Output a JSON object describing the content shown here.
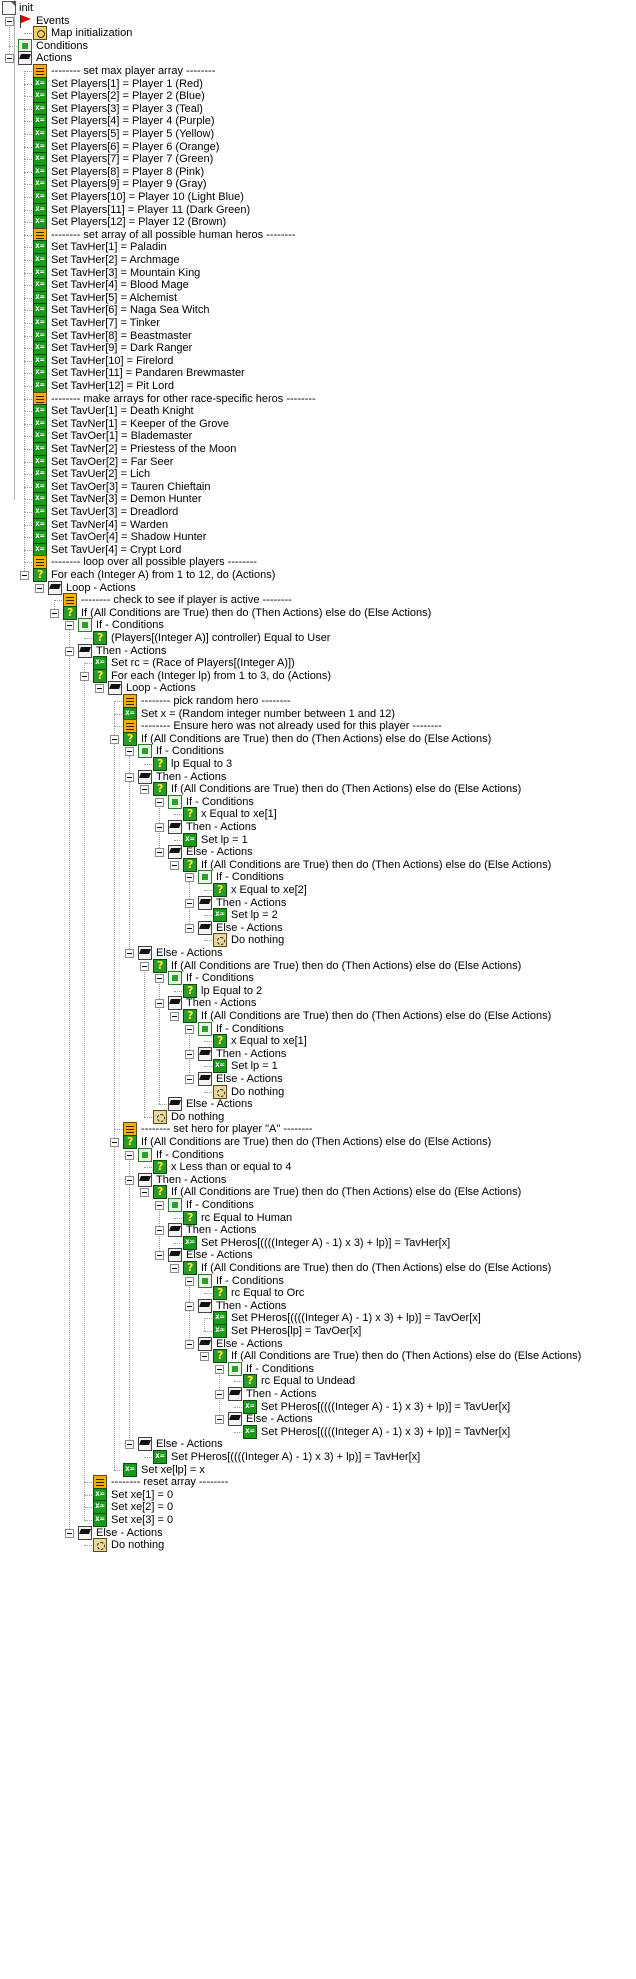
{
  "tree": {
    "root_label": "init",
    "nodes": [
      {
        "label": "Events",
        "depth": 1,
        "icon": "event-icon",
        "expandable": true
      },
      {
        "label": "Map initialization",
        "depth": 2,
        "icon": "map-initialization-icon",
        "expandable": false
      },
      {
        "label": "Conditions",
        "depth": 1,
        "icon": "conditions-icon",
        "expandable": false
      },
      {
        "label": "Actions",
        "depth": 1,
        "icon": "actions-icon",
        "expandable": true
      },
      {
        "label": "-------- set max player array --------",
        "depth": 2,
        "icon": "comment-icon",
        "expandable": false
      },
      {
        "label": "Set Players[1] = Player 1 (Red)",
        "depth": 2,
        "icon": "set-variable-icon",
        "expandable": false
      },
      {
        "label": "Set Players[2] = Player 2 (Blue)",
        "depth": 2,
        "icon": "set-variable-icon",
        "expandable": false
      },
      {
        "label": "Set Players[3] = Player 3 (Teal)",
        "depth": 2,
        "icon": "set-variable-icon",
        "expandable": false
      },
      {
        "label": "Set Players[4] = Player 4 (Purple)",
        "depth": 2,
        "icon": "set-variable-icon",
        "expandable": false
      },
      {
        "label": "Set Players[5] = Player 5 (Yellow)",
        "depth": 2,
        "icon": "set-variable-icon",
        "expandable": false
      },
      {
        "label": "Set Players[6] = Player 6 (Orange)",
        "depth": 2,
        "icon": "set-variable-icon",
        "expandable": false
      },
      {
        "label": "Set Players[7] = Player 7 (Green)",
        "depth": 2,
        "icon": "set-variable-icon",
        "expandable": false
      },
      {
        "label": "Set Players[8] = Player 8 (Pink)",
        "depth": 2,
        "icon": "set-variable-icon",
        "expandable": false
      },
      {
        "label": "Set Players[9] = Player 9 (Gray)",
        "depth": 2,
        "icon": "set-variable-icon",
        "expandable": false
      },
      {
        "label": "Set Players[10] = Player 10 (Light Blue)",
        "depth": 2,
        "icon": "set-variable-icon",
        "expandable": false
      },
      {
        "label": "Set Players[11] = Player 11 (Dark Green)",
        "depth": 2,
        "icon": "set-variable-icon",
        "expandable": false
      },
      {
        "label": "Set Players[12] = Player 12 (Brown)",
        "depth": 2,
        "icon": "set-variable-icon",
        "expandable": false
      },
      {
        "label": "-------- set array of all possible human heros --------",
        "depth": 2,
        "icon": "comment-icon",
        "expandable": false
      },
      {
        "label": "Set TavHer[1] = Paladin",
        "depth": 2,
        "icon": "set-variable-icon",
        "expandable": false
      },
      {
        "label": "Set TavHer[2] = Archmage",
        "depth": 2,
        "icon": "set-variable-icon",
        "expandable": false
      },
      {
        "label": "Set TavHer[3] = Mountain King",
        "depth": 2,
        "icon": "set-variable-icon",
        "expandable": false
      },
      {
        "label": "Set TavHer[4] = Blood Mage",
        "depth": 2,
        "icon": "set-variable-icon",
        "expandable": false
      },
      {
        "label": "Set TavHer[5] = Alchemist",
        "depth": 2,
        "icon": "set-variable-icon",
        "expandable": false
      },
      {
        "label": "Set TavHer[6] = Naga Sea Witch",
        "depth": 2,
        "icon": "set-variable-icon",
        "expandable": false
      },
      {
        "label": "Set TavHer[7] = Tinker",
        "depth": 2,
        "icon": "set-variable-icon",
        "expandable": false
      },
      {
        "label": "Set TavHer[8] = Beastmaster",
        "depth": 2,
        "icon": "set-variable-icon",
        "expandable": false
      },
      {
        "label": "Set TavHer[9] = Dark Ranger",
        "depth": 2,
        "icon": "set-variable-icon",
        "expandable": false
      },
      {
        "label": "Set TavHer[10] = Firelord",
        "depth": 2,
        "icon": "set-variable-icon",
        "expandable": false
      },
      {
        "label": "Set TavHer[11] = Pandaren Brewmaster",
        "depth": 2,
        "icon": "set-variable-icon",
        "expandable": false
      },
      {
        "label": "Set TavHer[12] = Pit Lord",
        "depth": 2,
        "icon": "set-variable-icon",
        "expandable": false
      },
      {
        "label": "-------- make arrays for other race-specific heros --------",
        "depth": 2,
        "icon": "comment-icon",
        "expandable": false
      },
      {
        "label": "Set TavUer[1] = Death Knight",
        "depth": 2,
        "icon": "set-variable-icon",
        "expandable": false
      },
      {
        "label": "Set TavNer[1] = Keeper of the Grove",
        "depth": 2,
        "icon": "set-variable-icon",
        "expandable": false
      },
      {
        "label": "Set TavOer[1] = Blademaster",
        "depth": 2,
        "icon": "set-variable-icon",
        "expandable": false
      },
      {
        "label": "Set TavNer[2] = Priestess of the Moon",
        "depth": 2,
        "icon": "set-variable-icon",
        "expandable": false
      },
      {
        "label": "Set TavOer[2] = Far Seer",
        "depth": 2,
        "icon": "set-variable-icon",
        "expandable": false
      },
      {
        "label": "Set TavUer[2] = Lich",
        "depth": 2,
        "icon": "set-variable-icon",
        "expandable": false
      },
      {
        "label": "Set TavOer[3] = Tauren Chieftain",
        "depth": 2,
        "icon": "set-variable-icon",
        "expandable": false
      },
      {
        "label": "Set TavNer[3] = Demon Hunter",
        "depth": 2,
        "icon": "set-variable-icon",
        "expandable": false
      },
      {
        "label": "Set TavUer[3] = Dreadlord",
        "depth": 2,
        "icon": "set-variable-icon",
        "expandable": false
      },
      {
        "label": "Set TavNer[4] = Warden",
        "depth": 2,
        "icon": "set-variable-icon",
        "expandable": false
      },
      {
        "label": "Set TavOer[4] = Shadow Hunter",
        "depth": 2,
        "icon": "set-variable-icon",
        "expandable": false
      },
      {
        "label": "Set TavUer[4] = Crypt Lord",
        "depth": 2,
        "icon": "set-variable-icon",
        "expandable": false
      },
      {
        "label": "-------- loop over all possible players --------",
        "depth": 2,
        "icon": "comment-icon",
        "expandable": false
      },
      {
        "label": "For each (Integer A) from 1 to 12, do (Actions)",
        "depth": 2,
        "icon": "for-loop-icon",
        "expandable": true
      },
      {
        "label": "Loop - Actions",
        "depth": 3,
        "icon": "actions-icon",
        "expandable": true
      },
      {
        "label": "-------- check to see if player is active --------",
        "depth": 4,
        "icon": "comment-icon",
        "expandable": false
      },
      {
        "label": "If (All Conditions are True) then do (Then Actions) else do (Else Actions)",
        "depth": 4,
        "icon": "if-then-else-icon",
        "expandable": true
      },
      {
        "label": "If - Conditions",
        "depth": 5,
        "icon": "conditions-icon",
        "expandable": true
      },
      {
        "label": "(Players[(Integer A)] controller) Equal to User",
        "depth": 6,
        "icon": "condition-icon",
        "expandable": false
      },
      {
        "label": "Then - Actions",
        "depth": 5,
        "icon": "actions-icon",
        "expandable": true
      },
      {
        "label": "Set rc = (Race of Players[(Integer A)])",
        "depth": 6,
        "icon": "set-variable-icon",
        "expandable": false
      },
      {
        "label": "For each (Integer lp) from 1 to 3, do (Actions)",
        "depth": 6,
        "icon": "for-loop-icon",
        "expandable": true
      },
      {
        "label": "Loop - Actions",
        "depth": 7,
        "icon": "actions-icon",
        "expandable": true
      },
      {
        "label": "-------- pick random hero --------",
        "depth": 8,
        "icon": "comment-icon",
        "expandable": false
      },
      {
        "label": "Set x = (Random integer number between 1 and 12)",
        "depth": 8,
        "icon": "set-variable-icon",
        "expandable": false
      },
      {
        "label": "-------- Ensure hero was not already used for this player --------",
        "depth": 8,
        "icon": "comment-icon",
        "expandable": false
      },
      {
        "label": "If (All Conditions are True) then do (Then Actions) else do (Else Actions)",
        "depth": 8,
        "icon": "if-then-else-icon",
        "expandable": true
      },
      {
        "label": "If - Conditions",
        "depth": 9,
        "icon": "conditions-icon",
        "expandable": true
      },
      {
        "label": "lp Equal to 3",
        "depth": 10,
        "icon": "condition-icon",
        "expandable": false
      },
      {
        "label": "Then - Actions",
        "depth": 9,
        "icon": "actions-icon",
        "expandable": true
      },
      {
        "label": "If (All Conditions are True) then do (Then Actions) else do (Else Actions)",
        "depth": 10,
        "icon": "if-then-else-icon",
        "expandable": true
      },
      {
        "label": "If - Conditions",
        "depth": 11,
        "icon": "conditions-icon",
        "expandable": true
      },
      {
        "label": "x Equal to xe[1]",
        "depth": 12,
        "icon": "condition-icon",
        "expandable": false
      },
      {
        "label": "Then - Actions",
        "depth": 11,
        "icon": "actions-icon",
        "expandable": true
      },
      {
        "label": "Set lp = 1",
        "depth": 12,
        "icon": "set-variable-icon",
        "expandable": false
      },
      {
        "label": "Else - Actions",
        "depth": 11,
        "icon": "actions-icon",
        "expandable": true
      },
      {
        "label": "If (All Conditions are True) then do (Then Actions) else do (Else Actions)",
        "depth": 12,
        "icon": "if-then-else-icon",
        "expandable": true
      },
      {
        "label": "If - Conditions",
        "depth": 13,
        "icon": "conditions-icon",
        "expandable": true
      },
      {
        "label": "x Equal to xe[2]",
        "depth": 14,
        "icon": "condition-icon",
        "expandable": false
      },
      {
        "label": "Then - Actions",
        "depth": 13,
        "icon": "actions-icon",
        "expandable": true
      },
      {
        "label": "Set lp = 2",
        "depth": 14,
        "icon": "set-variable-icon",
        "expandable": false
      },
      {
        "label": "Else - Actions",
        "depth": 13,
        "icon": "actions-icon",
        "expandable": true
      },
      {
        "label": "Do nothing",
        "depth": 14,
        "icon": "do-nothing-icon",
        "expandable": false
      },
      {
        "label": "Else - Actions",
        "depth": 9,
        "icon": "actions-icon",
        "expandable": true
      },
      {
        "label": "If (All Conditions are True) then do (Then Actions) else do (Else Actions)",
        "depth": 10,
        "icon": "if-then-else-icon",
        "expandable": true
      },
      {
        "label": "If - Conditions",
        "depth": 11,
        "icon": "conditions-icon",
        "expandable": true
      },
      {
        "label": "lp Equal to 2",
        "depth": 12,
        "icon": "condition-icon",
        "expandable": false
      },
      {
        "label": "Then - Actions",
        "depth": 11,
        "icon": "actions-icon",
        "expandable": true
      },
      {
        "label": "If (All Conditions are True) then do (Then Actions) else do (Else Actions)",
        "depth": 12,
        "icon": "if-then-else-icon",
        "expandable": true
      },
      {
        "label": "If - Conditions",
        "depth": 13,
        "icon": "conditions-icon",
        "expandable": true
      },
      {
        "label": "x Equal to xe[1]",
        "depth": 14,
        "icon": "condition-icon",
        "expandable": false
      },
      {
        "label": "Then - Actions",
        "depth": 13,
        "icon": "actions-icon",
        "expandable": true
      },
      {
        "label": "Set lp = 1",
        "depth": 14,
        "icon": "set-variable-icon",
        "expandable": false
      },
      {
        "label": "Else - Actions",
        "depth": 13,
        "icon": "actions-icon",
        "expandable": true
      },
      {
        "label": "Do nothing",
        "depth": 14,
        "icon": "do-nothing-icon",
        "expandable": false
      },
      {
        "label": "Else - Actions",
        "depth": 11,
        "icon": "actions-icon",
        "expandable": false
      },
      {
        "label": "Do nothing",
        "depth": 10,
        "icon": "do-nothing-icon",
        "expandable": false
      },
      {
        "label": "-------- set hero for player \"A\" --------",
        "depth": 8,
        "icon": "comment-icon",
        "expandable": false
      },
      {
        "label": "If (All Conditions are True) then do (Then Actions) else do (Else Actions)",
        "depth": 8,
        "icon": "if-then-else-icon",
        "expandable": true
      },
      {
        "label": "If - Conditions",
        "depth": 9,
        "icon": "conditions-icon",
        "expandable": true
      },
      {
        "label": "x Less than or equal to 4",
        "depth": 10,
        "icon": "condition-icon",
        "expandable": false
      },
      {
        "label": "Then - Actions",
        "depth": 9,
        "icon": "actions-icon",
        "expandable": true
      },
      {
        "label": "If (All Conditions are True) then do (Then Actions) else do (Else Actions)",
        "depth": 10,
        "icon": "if-then-else-icon",
        "expandable": true
      },
      {
        "label": "If - Conditions",
        "depth": 11,
        "icon": "conditions-icon",
        "expandable": true
      },
      {
        "label": "rc Equal to Human",
        "depth": 12,
        "icon": "condition-icon",
        "expandable": false
      },
      {
        "label": "Then - Actions",
        "depth": 11,
        "icon": "actions-icon",
        "expandable": true
      },
      {
        "label": "Set PHeros[((((Integer A) - 1) x 3) + lp)] = TavHer[x]",
        "depth": 12,
        "icon": "set-variable-icon",
        "expandable": false
      },
      {
        "label": "Else - Actions",
        "depth": 11,
        "icon": "actions-icon",
        "expandable": true
      },
      {
        "label": "If (All Conditions are True) then do (Then Actions) else do (Else Actions)",
        "depth": 12,
        "icon": "if-then-else-icon",
        "expandable": true
      },
      {
        "label": "If - Conditions",
        "depth": 13,
        "icon": "conditions-icon",
        "expandable": true
      },
      {
        "label": "rc Equal to Orc",
        "depth": 14,
        "icon": "condition-icon",
        "expandable": false
      },
      {
        "label": "Then - Actions",
        "depth": 13,
        "icon": "actions-icon",
        "expandable": true
      },
      {
        "label": "Set PHeros[((((Integer A) - 1) x 3) + lp)] = TavOer[x]",
        "depth": 14,
        "icon": "set-variable-icon",
        "expandable": false
      },
      {
        "label": "Set PHeros[lp] = TavOer[x]",
        "depth": 14,
        "icon": "set-variable-icon",
        "expandable": false
      },
      {
        "label": "Else - Actions",
        "depth": 13,
        "icon": "actions-icon",
        "expandable": true
      },
      {
        "label": "If (All Conditions are True) then do (Then Actions) else do (Else Actions)",
        "depth": 14,
        "icon": "if-then-else-icon",
        "expandable": true
      },
      {
        "label": "If - Conditions",
        "depth": 15,
        "icon": "conditions-icon",
        "expandable": true
      },
      {
        "label": "rc Equal to Undead",
        "depth": 16,
        "icon": "condition-icon",
        "expandable": false
      },
      {
        "label": "Then - Actions",
        "depth": 15,
        "icon": "actions-icon",
        "expandable": true
      },
      {
        "label": "Set PHeros[((((Integer A) - 1) x 3) + lp)] = TavUer[x]",
        "depth": 16,
        "icon": "set-variable-icon",
        "expandable": false
      },
      {
        "label": "Else - Actions",
        "depth": 15,
        "icon": "actions-icon",
        "expandable": true
      },
      {
        "label": "Set PHeros[((((Integer A) - 1) x 3) + lp)] = TavNer[x]",
        "depth": 16,
        "icon": "set-variable-icon",
        "expandable": false
      },
      {
        "label": "Else - Actions",
        "depth": 9,
        "icon": "actions-icon",
        "expandable": true
      },
      {
        "label": "Set PHeros[((((Integer A) - 1) x 3) + lp)] = TavHer[x]",
        "depth": 10,
        "icon": "set-variable-icon",
        "expandable": false
      },
      {
        "label": "Set xe[lp] = x",
        "depth": 8,
        "icon": "set-variable-icon",
        "expandable": false
      },
      {
        "label": "-------- reset array --------",
        "depth": 6,
        "icon": "comment-icon",
        "expandable": false
      },
      {
        "label": "Set xe[1] = 0",
        "depth": 6,
        "icon": "set-variable-icon",
        "expandable": false
      },
      {
        "label": "Set xe[2] = 0",
        "depth": 6,
        "icon": "set-variable-icon",
        "expandable": false
      },
      {
        "label": "Set xe[3] = 0",
        "depth": 6,
        "icon": "set-variable-icon",
        "expandable": false
      },
      {
        "label": "Else - Actions",
        "depth": 5,
        "icon": "actions-icon",
        "expandable": true
      },
      {
        "label": "Do nothing",
        "depth": 6,
        "icon": "do-nothing-icon",
        "expandable": false
      }
    ]
  },
  "colors": {
    "background": "#ffffff",
    "tree_lines": "#9a9a9a",
    "comment_icon": "#f0b000",
    "action_icon": "#1a9a1a",
    "event_flag": "#d80000"
  }
}
